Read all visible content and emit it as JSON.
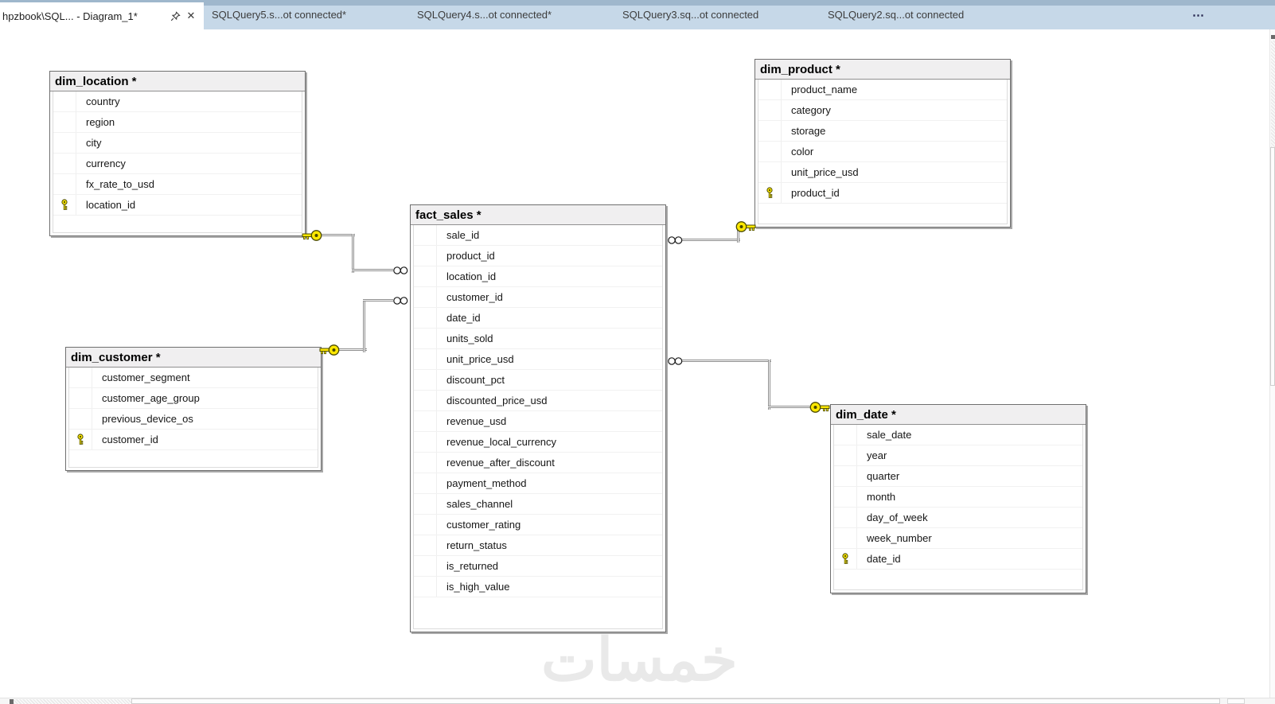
{
  "colors": {
    "tab_strip_top": "#9fb7cc",
    "tab_strip_bg": "#c6d8e8",
    "active_tab_bg": "#ffffff",
    "key_fill": "#ffe800",
    "key_outline": "#4a4a00",
    "table_header_bg": "#f0eff0",
    "table_border": "#6f6f6f",
    "connector_edge": "#8f8f8f"
  },
  "tab_bar": {
    "active_tab": {
      "label": "hpzbook\\SQL... - Diagram_1*",
      "close_glyph": "✕"
    },
    "tabs": [
      {
        "label": "SQLQuery5.s...ot connected*"
      },
      {
        "label": "SQLQuery4.s...ot connected*"
      },
      {
        "label": "SQLQuery3.sq...ot connected"
      },
      {
        "label": "SQLQuery2.sq...ot connected"
      }
    ],
    "overflow": "⋯"
  },
  "diagram": {
    "tables": [
      {
        "title": "dim_location *",
        "columns": [
          {
            "name": "country",
            "pk": false
          },
          {
            "name": "region",
            "pk": false
          },
          {
            "name": "city",
            "pk": false
          },
          {
            "name": "currency",
            "pk": false
          },
          {
            "name": "fx_rate_to_usd",
            "pk": false
          },
          {
            "name": "location_id",
            "pk": true
          }
        ]
      },
      {
        "title": "dim_product *",
        "columns": [
          {
            "name": "product_name",
            "pk": false
          },
          {
            "name": "category",
            "pk": false
          },
          {
            "name": "storage",
            "pk": false
          },
          {
            "name": "color",
            "pk": false
          },
          {
            "name": "unit_price_usd",
            "pk": false
          },
          {
            "name": "product_id",
            "pk": true
          }
        ]
      },
      {
        "title": "fact_sales *",
        "columns": [
          {
            "name": "sale_id",
            "pk": false
          },
          {
            "name": "product_id",
            "pk": false
          },
          {
            "name": "location_id",
            "pk": false
          },
          {
            "name": "customer_id",
            "pk": false
          },
          {
            "name": "date_id",
            "pk": false
          },
          {
            "name": "units_sold",
            "pk": false
          },
          {
            "name": "unit_price_usd",
            "pk": false
          },
          {
            "name": "discount_pct",
            "pk": false
          },
          {
            "name": "discounted_price_usd",
            "pk": false
          },
          {
            "name": "revenue_usd",
            "pk": false
          },
          {
            "name": "revenue_local_currency",
            "pk": false
          },
          {
            "name": "revenue_after_discount",
            "pk": false
          },
          {
            "name": "payment_method",
            "pk": false
          },
          {
            "name": "sales_channel",
            "pk": false
          },
          {
            "name": "customer_rating",
            "pk": false
          },
          {
            "name": "return_status",
            "pk": false
          },
          {
            "name": "is_returned",
            "pk": false
          },
          {
            "name": "is_high_value",
            "pk": false
          }
        ]
      },
      {
        "title": "dim_customer *",
        "columns": [
          {
            "name": "customer_segment",
            "pk": false
          },
          {
            "name": "customer_age_group",
            "pk": false
          },
          {
            "name": "previous_device_os",
            "pk": false
          },
          {
            "name": "customer_id",
            "pk": true
          }
        ]
      },
      {
        "title": "dim_date *",
        "columns": [
          {
            "name": "sale_date",
            "pk": false
          },
          {
            "name": "year",
            "pk": false
          },
          {
            "name": "quarter",
            "pk": false
          },
          {
            "name": "month",
            "pk": false
          },
          {
            "name": "day_of_week",
            "pk": false
          },
          {
            "name": "week_number",
            "pk": false
          },
          {
            "name": "date_id",
            "pk": true
          }
        ]
      }
    ],
    "relations": [
      {
        "one": "dim_location",
        "many": "fact_sales"
      },
      {
        "one": "dim_customer",
        "many": "fact_sales"
      },
      {
        "one": "dim_product",
        "many": "fact_sales"
      },
      {
        "one": "dim_date",
        "many": "fact_sales"
      }
    ]
  },
  "watermark": "خمسات"
}
